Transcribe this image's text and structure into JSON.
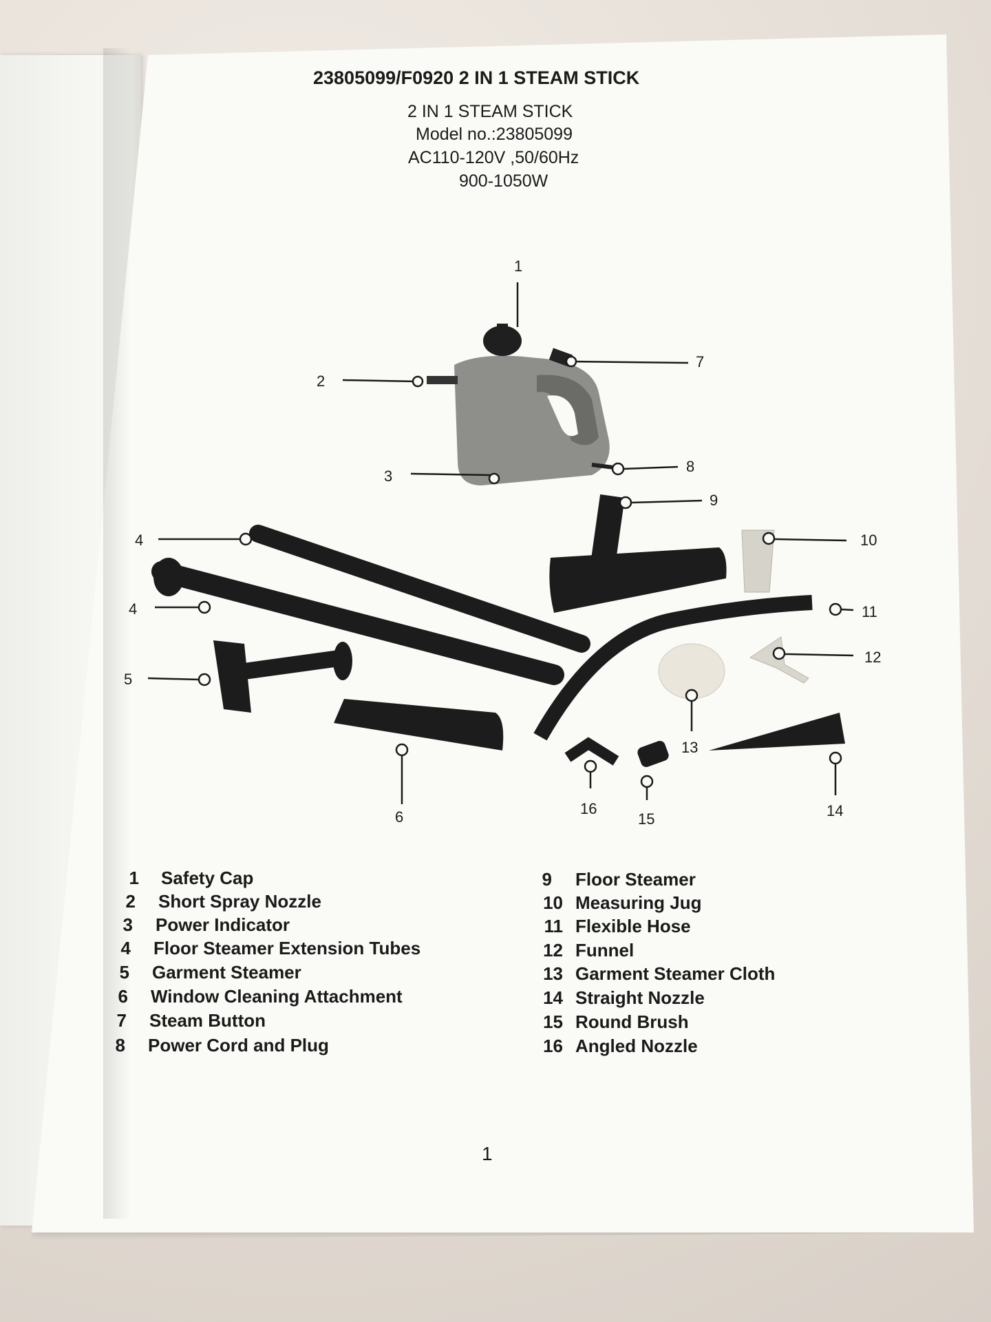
{
  "document": {
    "title": "23805099/F0920 2 IN 1 STEAM STICK",
    "subtitle_lines": [
      "2 IN 1 STEAM STICK",
      "Model no.:23805099",
      "AC110-120V ,50/60Hz",
      "900-1050W"
    ],
    "page_number": "1"
  },
  "callouts": [
    "1",
    "2",
    "3",
    "4",
    "4",
    "5",
    "6",
    "7",
    "8",
    "9",
    "10",
    "11",
    "12",
    "13",
    "14",
    "15",
    "16"
  ],
  "parts_left": [
    {
      "num": "1",
      "label": "Safety Cap"
    },
    {
      "num": "2",
      "label": "Short Spray Nozzle"
    },
    {
      "num": "3",
      "label": "Power Indicator"
    },
    {
      "num": "4",
      "label": "Floor Steamer Extension Tubes"
    },
    {
      "num": "5",
      "label": "Garment Steamer"
    },
    {
      "num": "6",
      "label": "Window Cleaning Attachment"
    },
    {
      "num": "7",
      "label": "Steam Button"
    },
    {
      "num": "8",
      "label": "Power Cord and Plug"
    }
  ],
  "parts_right": [
    {
      "num": "9",
      "label": "Floor Steamer"
    },
    {
      "num": "10",
      "label": "Measuring Jug"
    },
    {
      "num": "11",
      "label": "Flexible Hose"
    },
    {
      "num": "12",
      "label": "Funnel"
    },
    {
      "num": "13",
      "label": "Garment Steamer Cloth"
    },
    {
      "num": "14",
      "label": "Straight Nozzle"
    },
    {
      "num": "15",
      "label": "Round Brush"
    },
    {
      "num": "16",
      "label": "Angled  Nozzle"
    }
  ]
}
